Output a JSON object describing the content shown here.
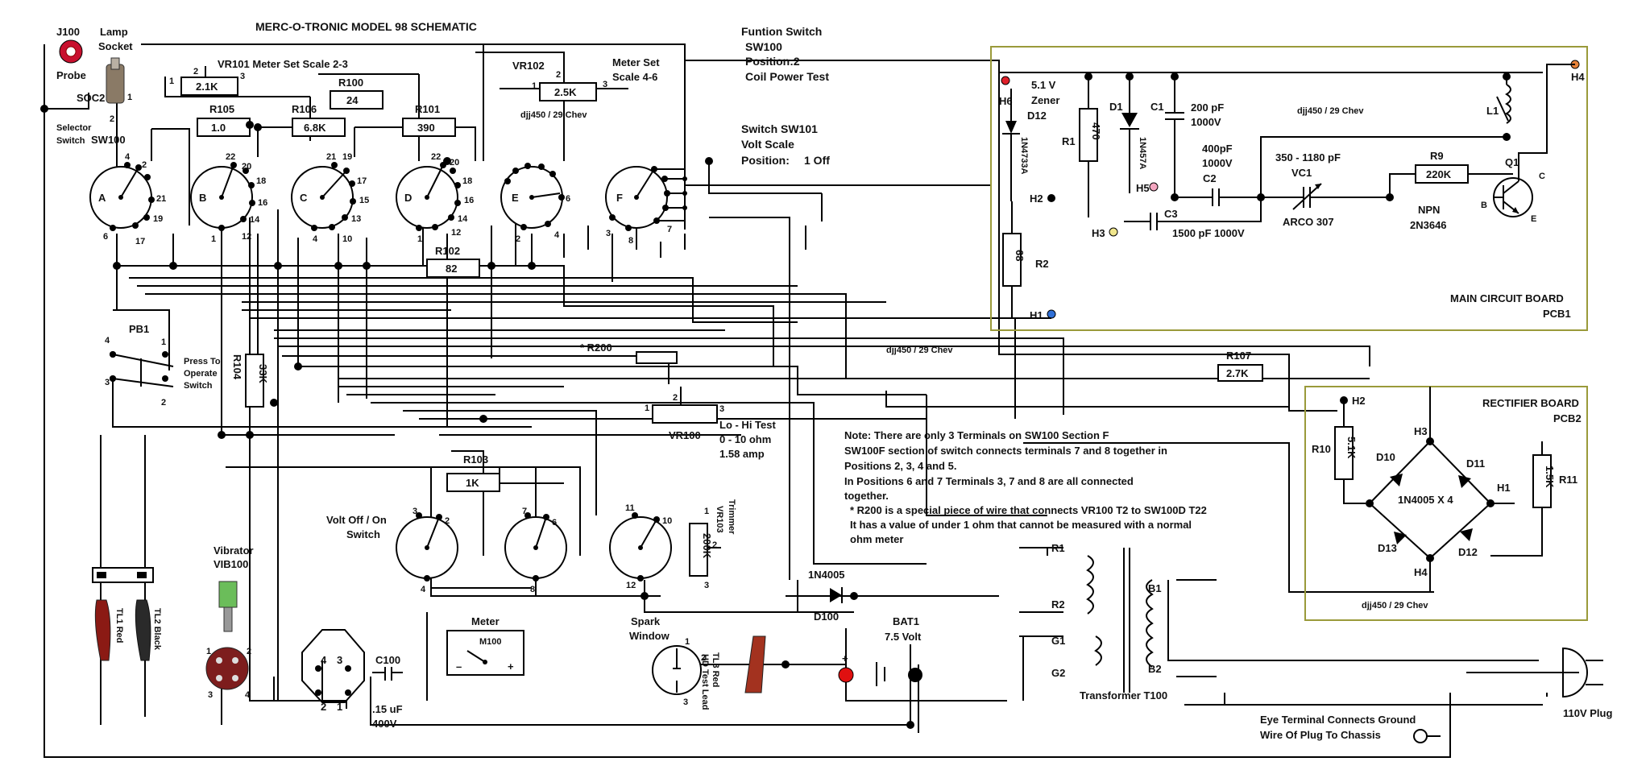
{
  "title": "MERC-O-TRONIC MODEL 98 SCHEMATIC",
  "function_switch": {
    "l1": "Funtion Switch",
    "l2": "SW100",
    "l3": "Position:2",
    "l4": "Coil Power Test"
  },
  "volt_switch": {
    "l1": "Switch SW101",
    "l2": "Volt Scale",
    "l3": "Position:",
    "l4": "1 Off"
  },
  "probe": {
    "ref": "J100",
    "name": "Probe"
  },
  "lamp": {
    "l1": "Lamp",
    "l2": "Socket",
    "ref": "SOC2"
  },
  "selector": {
    "l1": "Selector",
    "l2": "Switch",
    "ref": "SW100"
  },
  "vr101": {
    "label": "VR101 Meter Set Scale 2-3",
    "value": "2.1K"
  },
  "vr102": {
    "ref": "VR102",
    "value": "2.5K",
    "l1": "Meter Set",
    "l2": "Scale 4-6"
  },
  "credit": "djj450 / 29 Chev",
  "resistors": {
    "r100": {
      "ref": "R100",
      "value": "24"
    },
    "r105": {
      "ref": "R105",
      "value": "1.0"
    },
    "r106": {
      "ref": "R106",
      "value": "6.8K"
    },
    "r101": {
      "ref": "R101",
      "value": "390"
    },
    "r102": {
      "ref": "R102",
      "value": "82"
    },
    "r103": {
      "ref": "R103",
      "value": "1K"
    },
    "r104": {
      "ref": "R104",
      "value": "33K"
    },
    "r107": {
      "ref": "R107",
      "value": "2.7K"
    },
    "r200": {
      "ref": "* R200"
    },
    "r1": {
      "ref": "R1",
      "value": "470"
    },
    "r2": {
      "ref": "R2",
      "value": "68"
    },
    "r9": {
      "ref": "R9",
      "value": "220K"
    },
    "r10": {
      "ref": "R10",
      "value": "5.1K"
    },
    "r11": {
      "ref": "R11",
      "value": "1.5K"
    }
  },
  "wafers": {
    "a": "A",
    "b": "B",
    "c": "C",
    "d": "D",
    "e": "E",
    "f": "F"
  },
  "pins": [
    "1",
    "2",
    "3",
    "4",
    "6",
    "7",
    "8",
    "10",
    "11",
    "12",
    "13",
    "14",
    "15",
    "16",
    "17",
    "18",
    "19",
    "20",
    "21",
    "22"
  ],
  "pb1": {
    "ref": "PB1",
    "l1": "Press To",
    "l2": "Operate",
    "l3": "Switch"
  },
  "vr100": {
    "ref": "VR100",
    "l1": "Lo - Hi Test",
    "l2": "0 - 10 ohm",
    "l3": "1.58 amp"
  },
  "vr103": {
    "ref": "VR103",
    "l1": "Trimmer",
    "value": "200K"
  },
  "volt_onoff": {
    "l1": "Volt Off / On",
    "l2": "Switch"
  },
  "vibrator": {
    "l1": "Vibrator",
    "ref": "VIB100"
  },
  "tl1": "TL1 Red",
  "tl2": "TL2 Black",
  "tl3": {
    "l1": "TL3 Red",
    "l2": "HD Test Lead"
  },
  "c100": {
    "ref": "C100",
    "value": ".15 uF",
    "voltage": "400V"
  },
  "meter": {
    "label": "Meter",
    "ref": "M100",
    "minus": "–",
    "plus": "+"
  },
  "spark": {
    "l1": "Spark",
    "l2": "Window"
  },
  "d100": {
    "part": "1N4005",
    "ref": "D100"
  },
  "bat1": {
    "ref": "BAT1",
    "value": "7.5 Volt",
    "plus": "+"
  },
  "transformer": {
    "ref": "Transformer T100",
    "r1": "R1",
    "r2": "R2",
    "g1": "G1",
    "g2": "G2",
    "b1": "B1",
    "b2": "B2"
  },
  "eye_terminal": {
    "l1": "Eye Terminal Connects Ground",
    "l2": "Wire Of Plug To Chassis"
  },
  "plug": "110V Plug",
  "main_board": {
    "l1": "MAIN CIRCUIT BOARD",
    "l2": "PCB1",
    "d12": {
      "v": "5.1 V",
      "t": "Zener",
      "ref": "D12",
      "part": "1N4733A"
    },
    "d1": {
      "ref": "D1",
      "part": "1N457A"
    },
    "c1": {
      "ref": "C1",
      "l1": "200 pF",
      "l2": "1000V"
    },
    "c2": {
      "ref": "C2",
      "l1": "400pF",
      "l2": "1000V"
    },
    "c3": {
      "ref": "C3",
      "value": "1500 pF 1000V"
    },
    "vc1": {
      "range": "350 - 1180 pF",
      "ref": "VC1",
      "part": "ARCO 307"
    },
    "l1ref": "L1",
    "q1": {
      "ref": "Q1",
      "type": "NPN",
      "part": "2N3646",
      "c": "C",
      "b": "B",
      "e": "E"
    },
    "h1": "H1",
    "h2": "H2",
    "h3": "H3",
    "h4": "H4",
    "h5": "H5",
    "h6": "H6"
  },
  "rect_board": {
    "l1": "RECTIFIER BOARD",
    "l2": "PCB2",
    "part": "1N4005 X 4",
    "d10": "D10",
    "d11": "D11",
    "d12": "D12",
    "d13": "D13",
    "h1": "H1",
    "h2": "H2",
    "h3": "H3",
    "h4": "H4"
  },
  "note": [
    "Note: There are only 3 Terminals on SW100 Section F",
    "SW100F section of switch connects terminals 7 and 8 together in",
    "Positions 2, 3, 4 and 5.",
    "In Positions 6 and 7 Terminals 3, 7 and 8 are all connected",
    "together.",
    "* R200 is a special piece of wire that connects VR100 T2 to SW100D T22",
    "It has a value of under 1 ohm that cannot be measured with a normal",
    "ohm meter"
  ],
  "colors": {
    "probe": "#c8102e",
    "h6": "#e0202a",
    "h4": "#e8833a",
    "h5": "#f4a6c0",
    "h3": "#f0e68c",
    "h1": "#2f6fd6",
    "pcb": "#9a9a3a",
    "bat_plus": "#e01010"
  }
}
